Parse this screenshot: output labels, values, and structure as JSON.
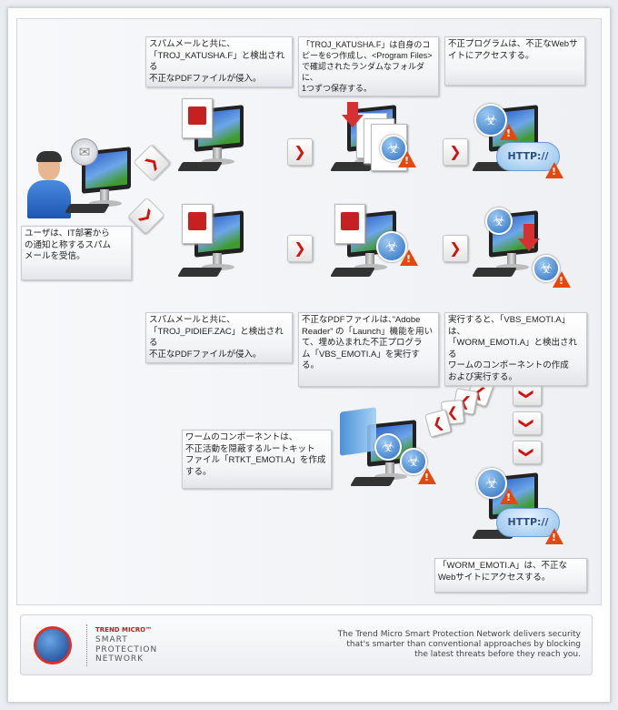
{
  "steps": {
    "user": "ユーザは、IT部署から\nの通知と称するスパム\nメールを受信。",
    "r1a": "スパムメールと共に、\n「TROJ_KATUSHA.F」と検出される\n不正なPDFファイルが侵入。",
    "r1b": "「TROJ_KATUSHA.F」は自身のコ\nピーを6つ作成し、<Program Files>\nで確認されたランダムなフォルダに、\n1つずつ保存する。",
    "r1c": "不正プログラムは、不正なWebサ\nイトにアクセスする。",
    "r2a": "スパムメールと共に、\n「TROJ_PIDIEF.ZAC」と検出される\n不正なPDFファイルが侵入。",
    "r2b": "不正なPDFファイルは、”Adobe\nReader” の「Launch」機能を用い\nて、埋め込まれた不正プログラ\nム「VBS_EMOTI.A」を実行する。",
    "r2c": "実行すると、「VBS_EMOTI.A」は、\n「WORM_EMOTI.A」と検出される\nワームのコンポーネントの作成\nおよび実行する。",
    "worm": "ワームのコンポーネントは、\n不正活動を隠蔽するルートキット\nファイル「RTKT_EMOTI.A」を作成\nする。",
    "final": "「WORM_EMOTI.A」は、不正な\nWebサイトにアクセスする。"
  },
  "icons": {
    "http": "HTTP://",
    "right": "❯",
    "down": "❯",
    "left": "❮",
    "warn": "!",
    "bio": "☣"
  },
  "footer": {
    "brand": "TREND MICRO™",
    "product": "SMART\nPROTECTION\nNETWORK",
    "tagline": "The Trend Micro Smart Protection Network delivers security that's smarter than conventional approaches by blocking the latest threats before they reach you."
  },
  "colors": {
    "accent": "#d31212",
    "bio": "#2a6fc0",
    "warn": "#e8470c"
  }
}
